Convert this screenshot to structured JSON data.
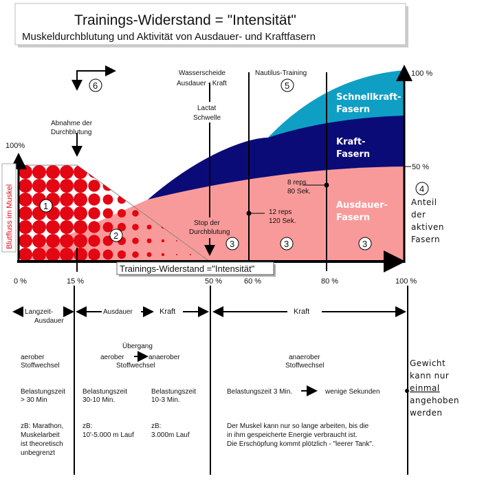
{
  "title": {
    "main": "Trainings-Widerstand =  \"Intensität\"",
    "sub": "Muskeldurchblutung und Aktivität von Ausdauer- und Kraftfasern"
  },
  "chart": {
    "y_left_label": "100%",
    "y_left_axis_title": "Blutfluss im Muskel",
    "y_right_top": "100 %",
    "y_right_mid": "50 %",
    "x_axis_title": "Trainings-Widerstand =\"Intensität\"",
    "x_ticks": [
      "0 %",
      "15 %",
      "50 %",
      "60 %",
      "80 %",
      "100 %"
    ],
    "annotations": {
      "abnahme": [
        "Abnahme der",
        "Durchblutung"
      ],
      "wasserscheide": [
        "Wasserscheide",
        "Ausdauer - Kraft"
      ],
      "lactat": [
        "Lactat",
        "Schwelle"
      ],
      "stop": [
        "Stop der",
        "Durchblutung"
      ],
      "nautilus": "Nautilus-Training",
      "reps8": [
        "8 reps",
        "80 Sek."
      ],
      "reps12": [
        "12 reps",
        "120 Sek."
      ],
      "anteil": [
        "Anteil",
        "der",
        "aktiven",
        "Fasern"
      ]
    },
    "markers": [
      "1",
      "2",
      "3",
      "3",
      "3",
      "4",
      "5",
      "6"
    ],
    "fibers": {
      "schnell": [
        "Schnellkraft-",
        "Fasern"
      ],
      "kraft": [
        "Kraft-",
        "Fasern"
      ],
      "ausdauer": [
        "Ausdauer-",
        "Fasern"
      ]
    },
    "colors": {
      "red": "#e30613",
      "pink": "#f99a9a",
      "navy": "#0b0b78",
      "cyan": "#109fc4"
    }
  },
  "table": {
    "row1": {
      "langzeit": [
        "Langzeit-",
        "Ausdauer"
      ],
      "ausdauer": "Ausdauer",
      "kraft1": "Kraft",
      "kraft2": "Kraft"
    },
    "row2": {
      "c1": [
        "aerober",
        "Stoffwechsel"
      ],
      "c2_top": "Übergang",
      "c2_a": "aerober",
      "c2_b": "anaerober",
      "c2_c": "Stoffwechsel",
      "c3": [
        "anaerober",
        "Stoffwechsel"
      ]
    },
    "row3": {
      "c1": [
        "Belastungszeit",
        "> 30 Min"
      ],
      "c2a": [
        "Belastungszeit",
        "30-10 Min."
      ],
      "c2b": [
        "Belastungszeit",
        "10-3 Min."
      ],
      "c3a": "Belastungszeit 3 Min.",
      "c3b": "wenige Sekunden"
    },
    "row4": {
      "c1": [
        "zB: Marathon,",
        "Muskelarbeit",
        "ist theoretisch",
        "unbegrenzt"
      ],
      "c2a": [
        "zB:",
        "10'-5.000  m Lauf"
      ],
      "c2b": [
        "zB:",
        "3.000m Lauf"
      ],
      "c3": [
        "Der Muskel kann nur so lange arbeiten, bis die",
        "in ihm gespeicherte Energie verbraucht ist.",
        "Die Erschöpfung kommt plötzlich - \"leerer Tank\"."
      ]
    },
    "gewicht": [
      "Gewicht",
      "kann nur",
      "einmal",
      "angehoben",
      "werden"
    ]
  }
}
